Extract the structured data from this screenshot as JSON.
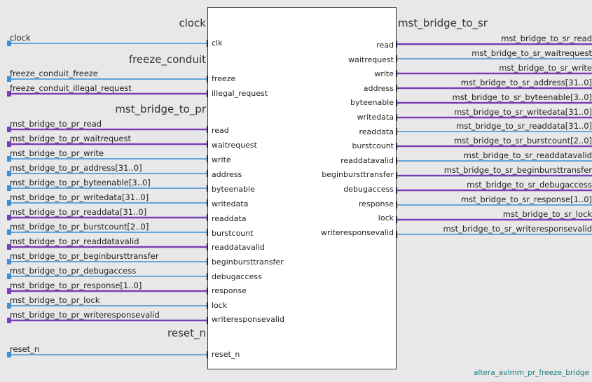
{
  "colors": {
    "clock": "#3a8fd6",
    "single": "#3a8fd6",
    "bus": "#7a3fb8",
    "background": "#e8e8e8"
  },
  "left_groups": [
    {
      "name": "clock",
      "wires": [
        {
          "label": "clock",
          "port": "clk",
          "kind": "single"
        }
      ]
    },
    {
      "name": "freeze_conduit",
      "wires": [
        {
          "label": "freeze_conduit_freeze",
          "port": "freeze",
          "kind": "single"
        },
        {
          "label": "freeze_conduit_illegal_request",
          "port": "illegal_request",
          "kind": "bus"
        }
      ]
    },
    {
      "name": "mst_bridge_to_pr",
      "wires": [
        {
          "label": "mst_bridge_to_pr_read",
          "port": "read",
          "kind": "bus"
        },
        {
          "label": "mst_bridge_to_pr_waitrequest",
          "port": "waitrequest",
          "kind": "bus"
        },
        {
          "label": "mst_bridge_to_pr_write",
          "port": "write",
          "kind": "single"
        },
        {
          "label": "mst_bridge_to_pr_address[31..0]",
          "port": "address",
          "kind": "single"
        },
        {
          "label": "mst_bridge_to_pr_byteenable[3..0]",
          "port": "byteenable",
          "kind": "single"
        },
        {
          "label": "mst_bridge_to_pr_writedata[31..0]",
          "port": "writedata",
          "kind": "single"
        },
        {
          "label": "mst_bridge_to_pr_readdata[31..0]",
          "port": "readdata",
          "kind": "bus"
        },
        {
          "label": "mst_bridge_to_pr_burstcount[2..0]",
          "port": "burstcount",
          "kind": "single"
        },
        {
          "label": "mst_bridge_to_pr_readdatavalid",
          "port": "readdatavalid",
          "kind": "bus"
        },
        {
          "label": "mst_bridge_to_pr_beginbursttransfer",
          "port": "beginbursttransfer",
          "kind": "single"
        },
        {
          "label": "mst_bridge_to_pr_debugaccess",
          "port": "debugaccess",
          "kind": "single"
        },
        {
          "label": "mst_bridge_to_pr_response[1..0]",
          "port": "response",
          "kind": "bus"
        },
        {
          "label": "mst_bridge_to_pr_lock",
          "port": "lock",
          "kind": "single"
        },
        {
          "label": "mst_bridge_to_pr_writeresponsevalid",
          "port": "writeresponsevalid",
          "kind": "bus"
        }
      ]
    },
    {
      "name": "reset_n",
      "wires": [
        {
          "label": "reset_n",
          "port": "reset_n",
          "kind": "single"
        }
      ]
    }
  ],
  "right_group": {
    "name": "mst_bridge_to_sr",
    "wires": [
      {
        "label": "mst_bridge_to_sr_read",
        "port": "read",
        "kind": "bus"
      },
      {
        "label": "mst_bridge_to_sr_waitrequest",
        "port": "waitrequest",
        "kind": "single"
      },
      {
        "label": "mst_bridge_to_sr_write",
        "port": "write",
        "kind": "bus"
      },
      {
        "label": "mst_bridge_to_sr_address[31..0]",
        "port": "address",
        "kind": "bus"
      },
      {
        "label": "mst_bridge_to_sr_byteenable[3..0]",
        "port": "byteenable",
        "kind": "bus"
      },
      {
        "label": "mst_bridge_to_sr_writedata[31..0]",
        "port": "writedata",
        "kind": "bus"
      },
      {
        "label": "mst_bridge_to_sr_readdata[31..0]",
        "port": "readdata",
        "kind": "single"
      },
      {
        "label": "mst_bridge_to_sr_burstcount[2..0]",
        "port": "burstcount",
        "kind": "bus"
      },
      {
        "label": "mst_bridge_to_sr_readdatavalid",
        "port": "readdatavalid",
        "kind": "single"
      },
      {
        "label": "mst_bridge_to_sr_beginbursttransfer",
        "port": "beginbursttransfer",
        "kind": "bus"
      },
      {
        "label": "mst_bridge_to_sr_debugaccess",
        "port": "debugaccess",
        "kind": "bus"
      },
      {
        "label": "mst_bridge_to_sr_response[1..0]",
        "port": "response",
        "kind": "single"
      },
      {
        "label": "mst_bridge_to_sr_lock",
        "port": "lock",
        "kind": "bus"
      },
      {
        "label": "mst_bridge_to_sr_writeresponsevalid",
        "port": "writeresponsevalid",
        "kind": "single"
      }
    ]
  },
  "footer": "altera_avlmm_pr_freeze_bridge"
}
